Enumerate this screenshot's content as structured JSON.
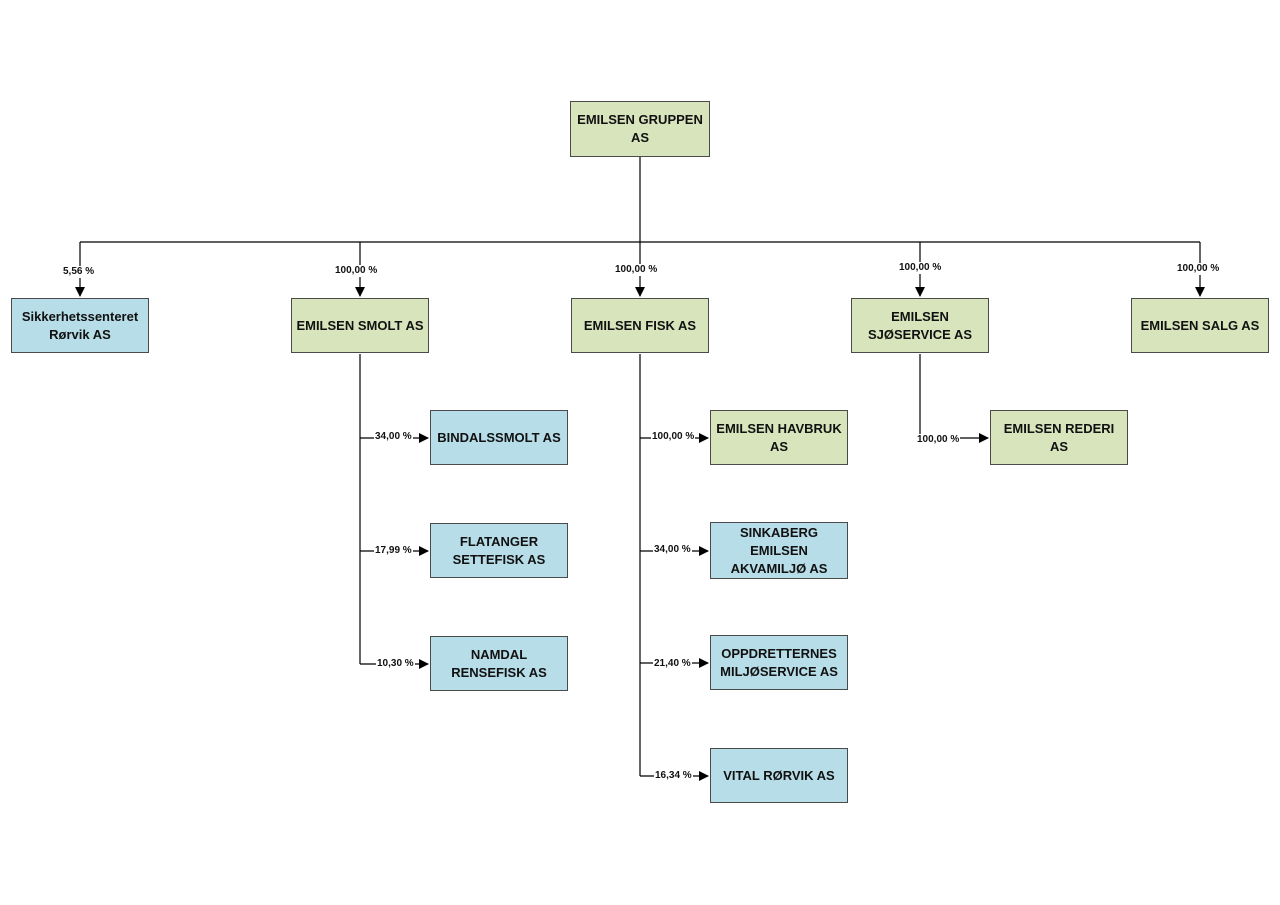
{
  "colors": {
    "parent": "#d8e4bc",
    "external": "#b7dde8",
    "line": "#000000"
  },
  "root": {
    "label": "EMILSEN GRUPPEN\nAS"
  },
  "level1": [
    {
      "label": "Sikkerhetssenteret\nRørvik AS",
      "pct": "5,56 %",
      "color": "blue"
    },
    {
      "label": "EMILSEN SMOLT AS",
      "pct": "100,00 %",
      "color": "green"
    },
    {
      "label": "EMILSEN FISK AS",
      "pct": "100,00 %",
      "color": "green"
    },
    {
      "label": "EMILSEN\nSJØSERVICE AS",
      "pct": "100,00 %",
      "color": "green"
    },
    {
      "label": "EMILSEN SALG AS",
      "pct": "100,00 %",
      "color": "green"
    }
  ],
  "smolt_children": [
    {
      "label": "BINDALSSMOLT AS",
      "pct": "34,00 %",
      "color": "blue"
    },
    {
      "label": "FLATANGER\nSETTEFISK AS",
      "pct": "17,99 %",
      "color": "blue"
    },
    {
      "label": "NAMDAL\nRENSEFISK AS",
      "pct": "10,30 %",
      "color": "blue"
    }
  ],
  "fisk_children": [
    {
      "label": "EMILSEN HAVBRUK\nAS",
      "pct": "100,00 %",
      "color": "green"
    },
    {
      "label": "SINKABERG\nEMILSEN\nAKVAMILJØ AS",
      "pct": "34,00 %",
      "color": "blue"
    },
    {
      "label": "OPPDRETTERNES\nMILJØSERVICE AS",
      "pct": "21,40 %",
      "color": "blue"
    },
    {
      "label": "VITAL RØRVIK AS",
      "pct": "16,34 %",
      "color": "blue"
    }
  ],
  "sjoservice_children": [
    {
      "label": "EMILSEN REDERI AS",
      "pct": "100,00 %",
      "color": "green"
    }
  ]
}
